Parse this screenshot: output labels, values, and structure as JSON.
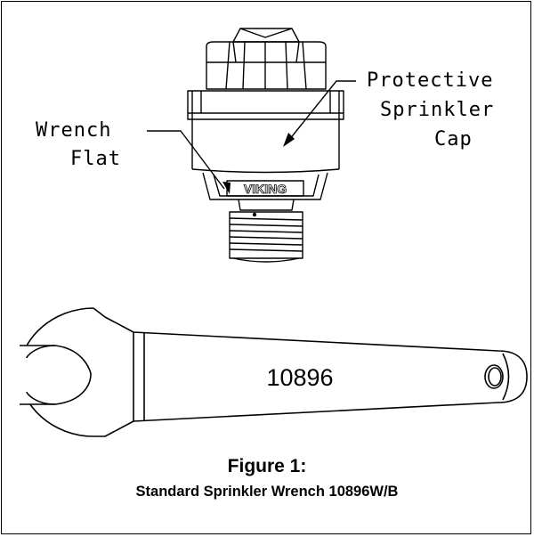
{
  "labels": {
    "protective_cap_line1": "Protective",
    "protective_cap_line2": "Sprinkler",
    "protective_cap_line3": "Cap",
    "wrench_flat_line1": "Wrench",
    "wrench_flat_line2": "Flat"
  },
  "sprinkler": {
    "brand_mark": "VIKING"
  },
  "wrench": {
    "part_number": "10896"
  },
  "caption": {
    "title": "Figure 1:",
    "subtitle": "Standard Sprinkler Wrench 10896W/B"
  },
  "colors": {
    "line": "#000000",
    "background": "#ffffff"
  }
}
